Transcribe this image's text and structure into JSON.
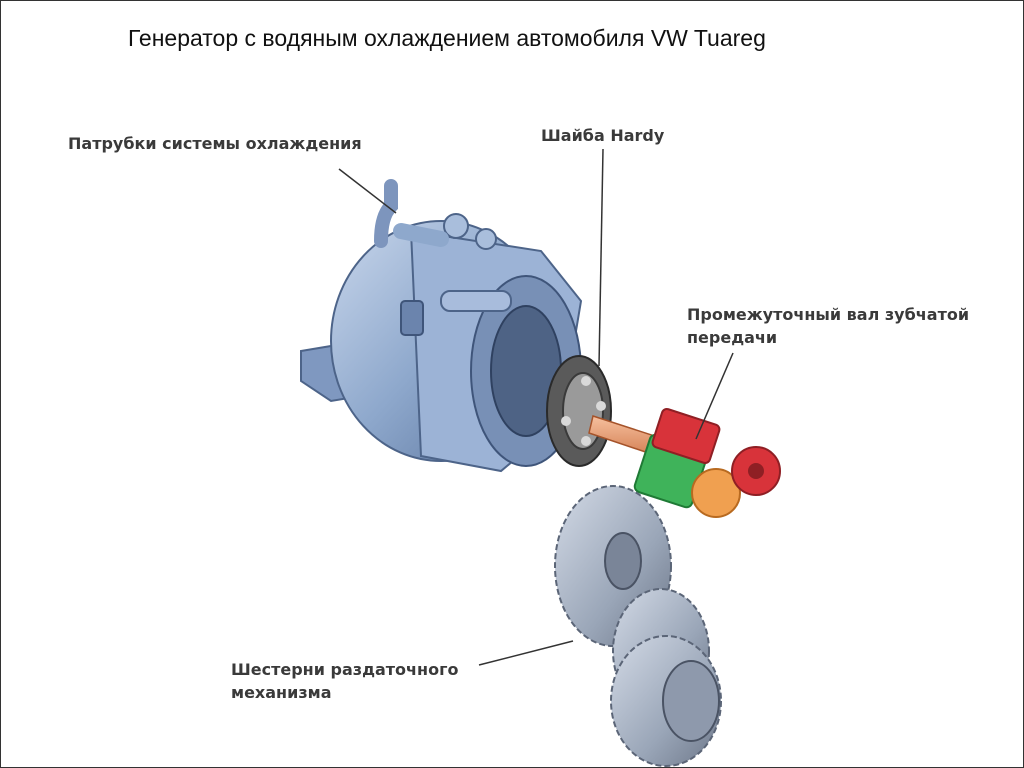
{
  "title": "Генератор с водяным охлаждением автомобиля VW Tuareg",
  "labels": {
    "coolant_pipes": "Патрубки системы охлаждения",
    "hardy_disc": "Шайба Hardy",
    "intermediate_shaft": "Промежуточный вал зубчатой передачи",
    "transfer_gears": "Шестерни раздаточного механизма"
  },
  "colors": {
    "housing": "#8ea8cc",
    "housing_dark": "#5f7aa3",
    "hardy": "#4a4a4a",
    "shaft": "#e08a5a",
    "green_gear": "#3fb35a",
    "red_gear": "#d8333a",
    "orange_gear": "#f0a050",
    "transfer_gear": "#9aa6b8",
    "callout_line": "#333333"
  }
}
